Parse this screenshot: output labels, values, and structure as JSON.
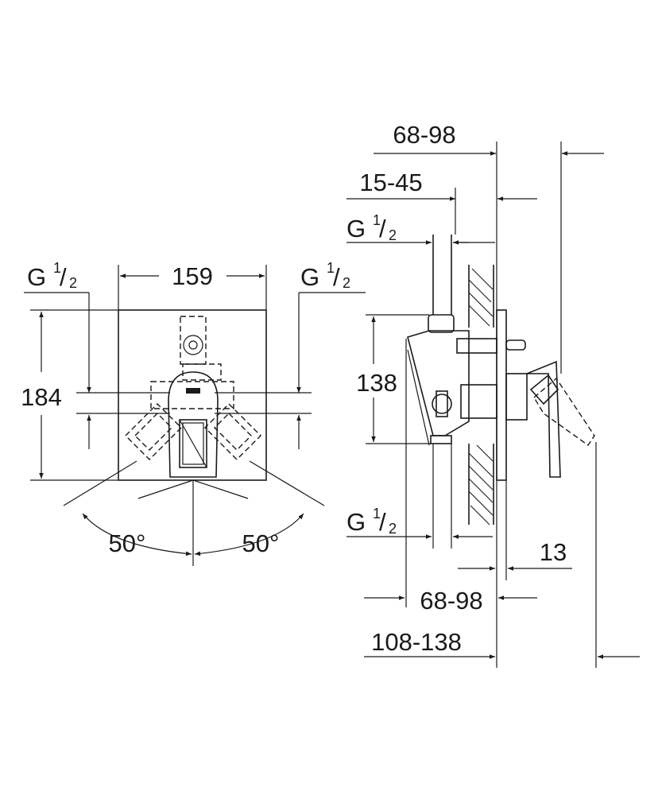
{
  "front_view": {
    "width_label": "159",
    "height_label": "184",
    "thread_left": {
      "main": "G",
      "num": "1",
      "slash": "/",
      "den": "2"
    },
    "thread_right": {
      "main": "G",
      "num": "1",
      "slash": "/",
      "den": "2"
    },
    "angle_left": "50°",
    "angle_right": "50°"
  },
  "side_view": {
    "dim_top_outer": "68-98",
    "dim_top_inner": "15-45",
    "thread_top": {
      "main": "G",
      "num": "1",
      "slash": "/",
      "den": "2"
    },
    "height_label": "138",
    "thread_bottom": {
      "main": "G",
      "num": "1",
      "slash": "/",
      "den": "2"
    },
    "dim_plate": "13",
    "dim_bottom_mid": "68-98",
    "dim_bottom_long": "108-138"
  }
}
